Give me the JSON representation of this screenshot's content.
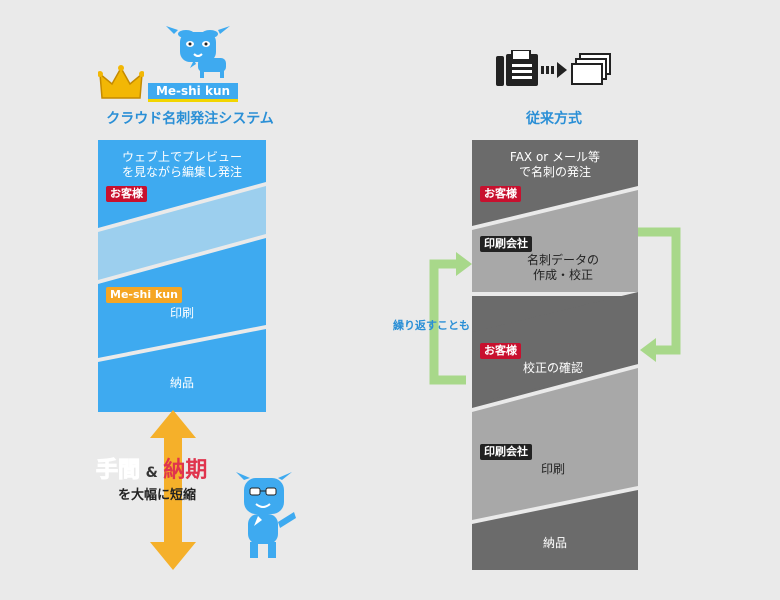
{
  "left": {
    "brand_badge": "Me-shi kun",
    "system_title": "クラウド名刺発注システム",
    "step1": "ウェブ上でプレビュー\nを見ながら編集し発注",
    "step1_tag": "お客様",
    "step2_tag": "Me-shi kun",
    "step2": "印刷",
    "step3": "納品",
    "benefit_word1": "手間",
    "benefit_amp": "&",
    "benefit_word2": "納期",
    "benefit_sub": "を大幅に短縮"
  },
  "right": {
    "title": "従来方式",
    "step1": "FAX or メール等\nで名刺の発注",
    "step1_tag": "お客様",
    "step2_tag": "印刷会社",
    "step2": "名刺データの\n作成・校正",
    "loop_label": "繰り返すことも",
    "step3_tag": "お客様",
    "step3": "校正の確認",
    "step4_tag": "印刷会社",
    "step4": "印刷",
    "step5": "納品"
  },
  "colors": {
    "blue": "#3eaaf0",
    "light_blue": "#9ccfee",
    "dark_gray": "#6b6b6b",
    "light_gray": "#a8a8a8",
    "arrow_orange": "#f5b02a",
    "loop_green": "#a8d88a",
    "crown_gold": "#f2b705",
    "emphasis_red": "#e0344d"
  },
  "icons": [
    "goat-mascot-icon",
    "crown-icon",
    "fax-icon",
    "paper-stack-icon",
    "double-arrow-icon",
    "loop-arrow-icon"
  ]
}
